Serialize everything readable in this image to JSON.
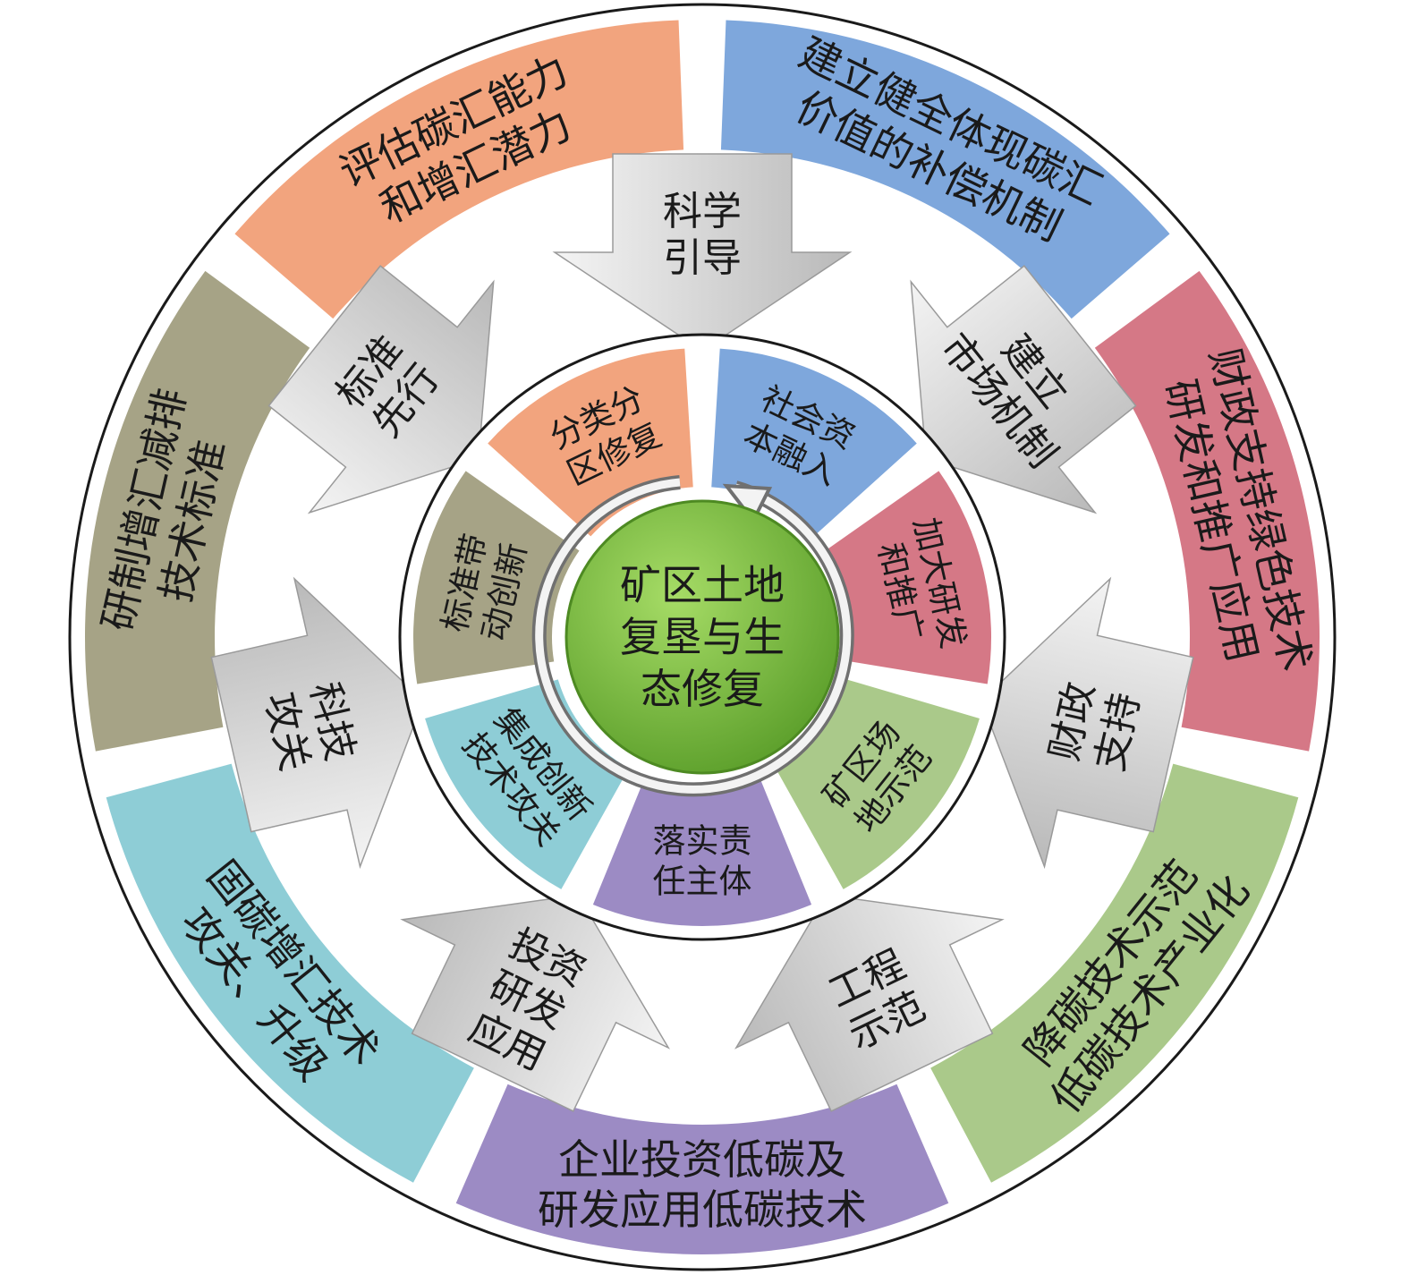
{
  "center": {
    "lines": [
      "矿区土地",
      "复垦与生",
      "态修复"
    ],
    "color": "#7dc243"
  },
  "outer_sectors": [
    {
      "id": "outer-compensation",
      "lines": [
        "建立健全体现碳汇",
        "价值的补偿机制"
      ],
      "color": "#7ea7dc"
    },
    {
      "id": "outer-fiscal-green-tech",
      "lines": [
        "财政支持绿色技术",
        "研发和推广应用"
      ],
      "color": "#d57886"
    },
    {
      "id": "outer-demo-industrialization",
      "lines": [
        "降碳技术示范",
        "低碳技术产业化"
      ],
      "color": "#aac98a"
    },
    {
      "id": "outer-enterprise-investment",
      "lines": [
        "企业投资低碳及",
        "研发应用低碳技术"
      ],
      "color": "#9c8bc4"
    },
    {
      "id": "outer-tech-breakthrough",
      "lines": [
        "固碳增汇技术",
        "攻关、升级"
      ],
      "color": "#8ecdd6"
    },
    {
      "id": "outer-standards",
      "lines": [
        "研制增汇减排",
        "技术标准"
      ],
      "color": "#a6a386"
    },
    {
      "id": "outer-assessment",
      "lines": [
        "评估碳汇能力",
        "和增汇潜力"
      ],
      "color": "#f2a47e"
    }
  ],
  "arrows": [
    {
      "id": "arrow-market",
      "lines": [
        "建立",
        "市场机制"
      ]
    },
    {
      "id": "arrow-fiscal",
      "lines": [
        "财政",
        "支持"
      ]
    },
    {
      "id": "arrow-engineering",
      "lines": [
        "工程",
        "示范"
      ]
    },
    {
      "id": "arrow-investment",
      "lines": [
        "投资",
        "研发",
        "应用"
      ]
    },
    {
      "id": "arrow-research",
      "lines": [
        "科技",
        "攻关"
      ]
    },
    {
      "id": "arrow-standards",
      "lines": [
        "标准",
        "先行"
      ]
    },
    {
      "id": "arrow-science",
      "lines": [
        "科学",
        "引导"
      ]
    }
  ],
  "inner_sectors": [
    {
      "id": "inner-social-capital",
      "lines": [
        "社会资",
        "本融入"
      ],
      "color": "#7ea7dc"
    },
    {
      "id": "inner-rnd",
      "lines": [
        "加大研发",
        "和推广"
      ],
      "color": "#d57886"
    },
    {
      "id": "inner-demo-site",
      "lines": [
        "矿区场",
        "地示范"
      ],
      "color": "#aac98a"
    },
    {
      "id": "inner-responsibility",
      "lines": [
        "落实责",
        "任主体"
      ],
      "color": "#9c8bc4"
    },
    {
      "id": "inner-tech-integration",
      "lines": [
        "集成创新",
        "技术攻关"
      ],
      "color": "#8ecdd6"
    },
    {
      "id": "inner-standard-innovation",
      "lines": [
        "标准带",
        "动创新"
      ],
      "color": "#a6a386"
    },
    {
      "id": "inner-zoning",
      "lines": [
        "分类分",
        "区修复"
      ],
      "color": "#f2a47e"
    }
  ]
}
